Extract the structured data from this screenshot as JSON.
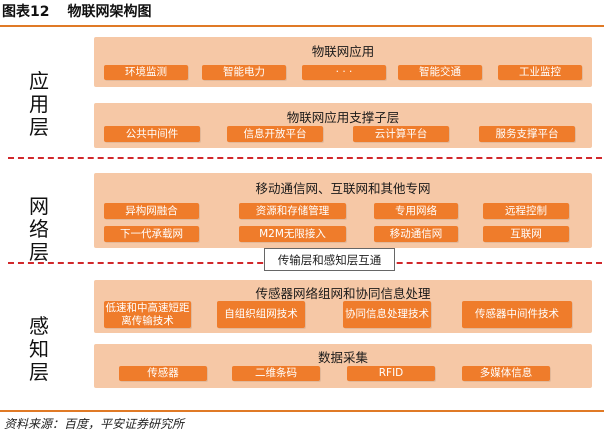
{
  "figure": {
    "number": "图表12",
    "title": "物联网架构图"
  },
  "source": "资料来源：百度，平安证券研究所",
  "layers": {
    "application": {
      "label": "应用层",
      "panel1": {
        "title": "物联网应用",
        "items": [
          "环境监测",
          "智能电力",
          "· · ·",
          "智能交通",
          "工业监控"
        ]
      },
      "panel2": {
        "title": "物联网应用支撑子层",
        "items": [
          "公共中间件",
          "信息开放平台",
          "云计算平台",
          "服务支撑平台"
        ]
      }
    },
    "network": {
      "label": "网络层",
      "panel": {
        "title": "移动通信网、互联网和其他专网",
        "items": [
          "异构网融合",
          "资源和存储管理",
          "专用网络",
          "远程控制",
          "下一代承载网",
          "M2M无限接入",
          "移动通信网",
          "互联网"
        ]
      },
      "interconnect": "传输层和感知层互通"
    },
    "perception": {
      "label": "感知层",
      "panel1": {
        "title": "传感器网络组网和协同信息处理",
        "items": [
          "低速和中高速短距离传输技术",
          "自组织组网技术",
          "协同信息处理技术",
          "传感器中间件技术"
        ]
      },
      "panel2": {
        "title": "数据采集",
        "items": [
          "传感器",
          "二维条码",
          "RFID",
          "多媒体信息"
        ]
      }
    }
  },
  "colors": {
    "accent": "#ef7c2b",
    "panel": "#f6c8a6",
    "divider": "#d1282c",
    "rule": "#e07a26"
  }
}
